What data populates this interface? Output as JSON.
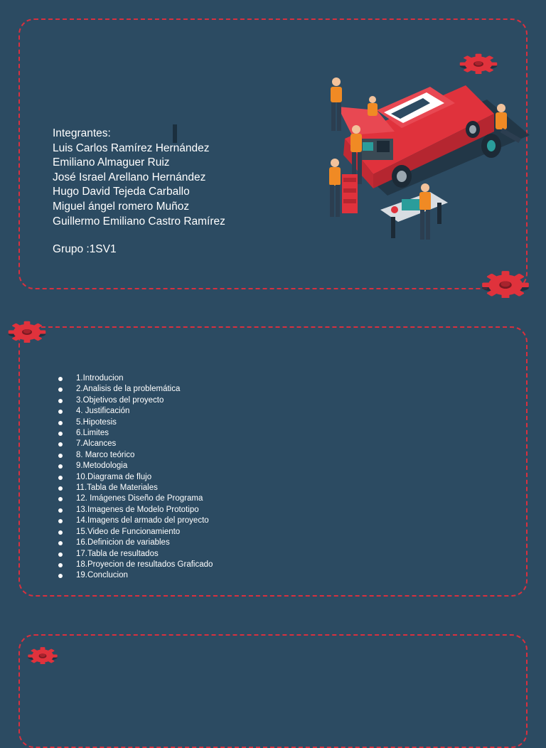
{
  "members": {
    "heading": "Integrantes:",
    "names": [
      "Luis Carlos Ramírez Hernández",
      "Emiliano Almaguer Ruiz",
      "José Israel Arellano Hernández",
      "Hugo David Tejeda Carballo",
      "Miguel ángel romero Muñoz",
      "Guillermo Emiliano Castro Ramírez"
    ],
    "group": "Grupo :1SV1"
  },
  "toc": {
    "items": [
      "1.Introducion",
      "2.Analisis de la problemática",
      "3.Objetivos del proyecto",
      "4. Justificación",
      "5.Hipotesis",
      "6.Limites",
      "7.Alcances",
      "8. Marco teórico",
      "9.Metodologia",
      "10.Diagrama de flujo",
      "11.Tabla de Materiales",
      "12. Imágenes Diseño de Programa",
      "13.Imagenes de Modelo Prototipo",
      "14.Imagens del armado del proyecto",
      "15.Video de Funcionamiento",
      "16.Definicion  de variables",
      "17.Tabla de  resultados",
      "18.Proyecion  de resultados Graficado",
      "19.Conclucion"
    ]
  },
  "theme": {
    "background": "#2c4b62",
    "accent": "#d9303e",
    "car": "#e0323c",
    "worker": "#f08a24"
  },
  "decor": {
    "gear_icon": "gear-icon",
    "illustration": "mechanics-repairing-car-illustration"
  }
}
